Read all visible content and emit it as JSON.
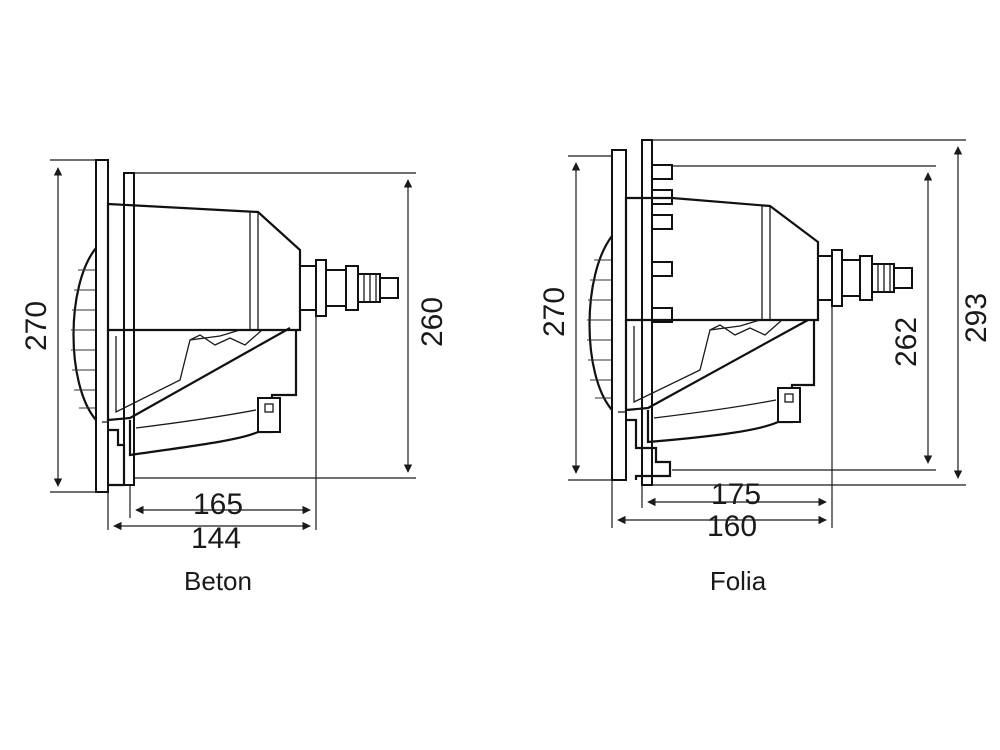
{
  "beton": {
    "caption": "Beton",
    "dim_left": "270",
    "dim_right": "260",
    "dim_upper": "165",
    "dim_lower": "144"
  },
  "folia": {
    "caption": "Folia",
    "dim_left": "270",
    "dim_inner": "262",
    "dim_right": "293",
    "dim_upper": "175",
    "dim_lower": "160"
  }
}
